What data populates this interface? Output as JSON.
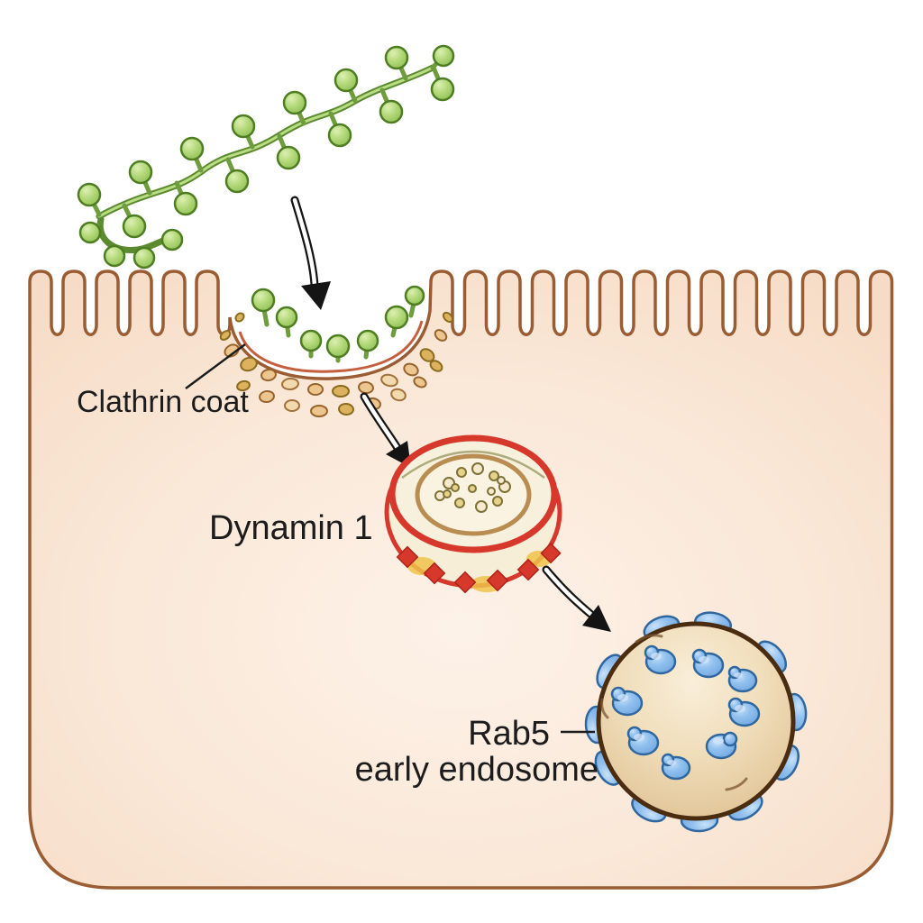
{
  "figure": {
    "type": "biology-diagram",
    "subject": "Clathrin-mediated endocytosis: ligand capture in a clathrin-coated pit, dynamin-mediated vesicle scission, delivery to Rab5 early endosome",
    "labels": {
      "clathrin_coat": "Clathrin coat",
      "dynamin": "Dynamin 1",
      "rab5": "Rab5",
      "early_endosome": "early endosome"
    },
    "colors": {
      "background": "#ffffff",
      "cell_fill": "#fae8d8",
      "membrane_outline": "#9a5c33",
      "pit_inner_line": "#bf4d28",
      "ligand_green": "#aed671",
      "ligand_outline": "#4e7d22",
      "clathrin_tan": "#ecc68e",
      "clathrin_outline": "#96632d",
      "dynamin_red": "#d6392c",
      "vesicle_cream": "#f6eed6",
      "vesicle_tan_ring": "#b98c52",
      "endosome_fill": "#ecd4ac",
      "endosome_outline": "#4a2c10",
      "rab5_blue": "#8ec1ef",
      "rab5_blue_outline": "#31679f",
      "arrow_black": "#141414",
      "label_text": "#1c1c1c"
    }
  }
}
